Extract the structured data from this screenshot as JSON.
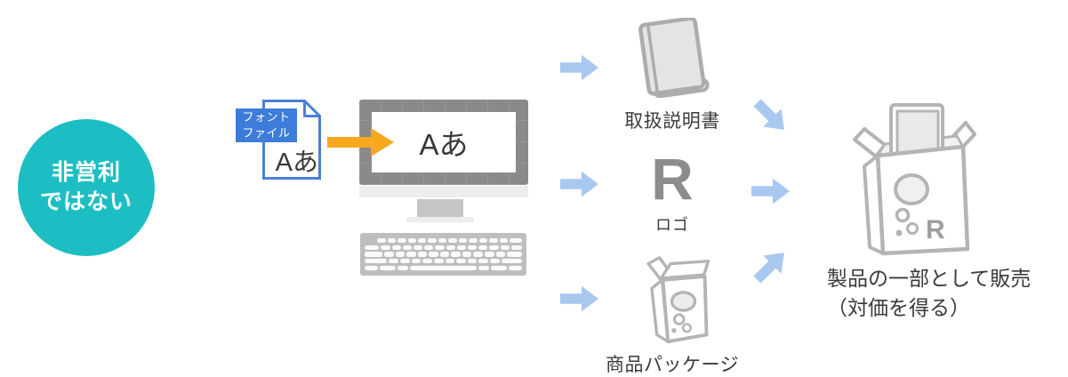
{
  "badge": {
    "line1": "非営利",
    "line2": "ではない"
  },
  "font_file": {
    "label_line1": "フォント",
    "label_line2": "ファイル",
    "sample": "Aあ"
  },
  "monitor": {
    "screen_text": "Aあ"
  },
  "outputs": {
    "manual": {
      "label": "取扱説明書"
    },
    "logo": {
      "glyph": "R",
      "label": "ロゴ"
    },
    "package": {
      "label": "商品パッケージ"
    }
  },
  "product": {
    "glyph": "R",
    "caption_line1": "製品の一部として販売",
    "caption_line2": "（対価を得る）"
  },
  "colors": {
    "badge_teal": "#1cbec3",
    "file_blue": "#3d7cd9",
    "arrow_orange": "#f6a81f",
    "arrow_blue": "#a9c8f0",
    "icon_gray": "#b4b4b4",
    "glyph_gray": "#8c8c8c",
    "text_dark": "#3a3a3a"
  }
}
